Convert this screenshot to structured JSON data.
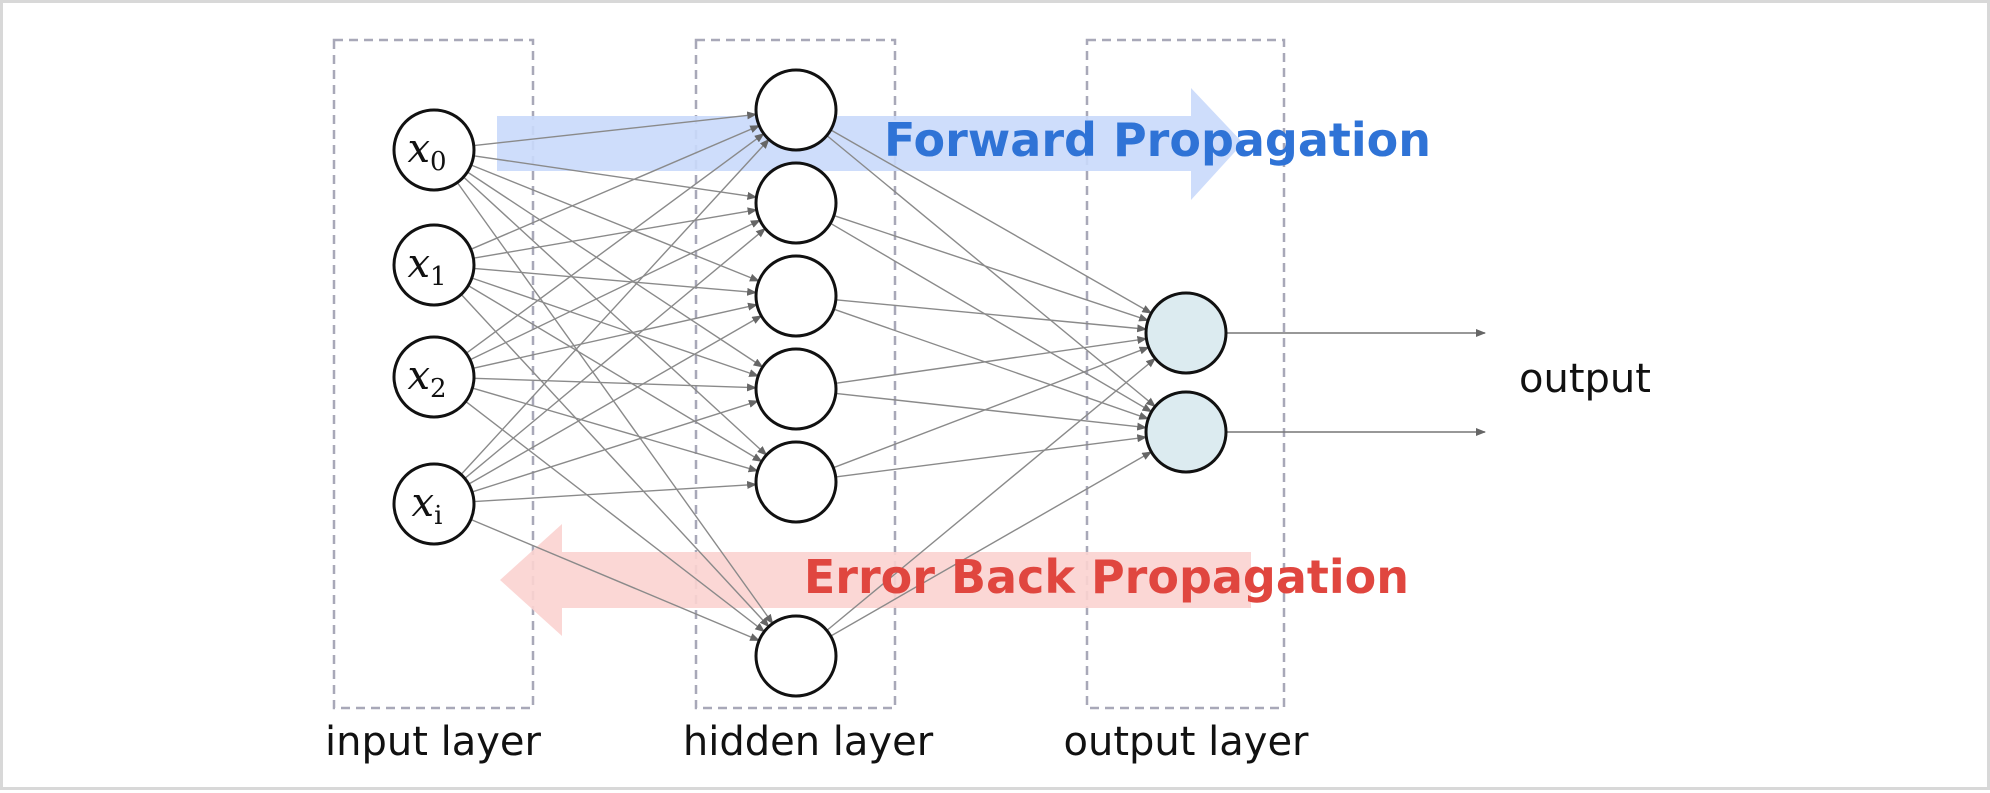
{
  "layers": {
    "input": {
      "label": "input layer",
      "nodes": [
        {
          "base": "x",
          "sub": "0"
        },
        {
          "base": "x",
          "sub": "1"
        },
        {
          "base": "x",
          "sub": "2"
        },
        {
          "base": "x",
          "sub": "i"
        }
      ]
    },
    "hidden": {
      "label": "hidden layer",
      "node_count": 6
    },
    "output": {
      "label": "output layer",
      "node_count": 2
    }
  },
  "output_label": "output",
  "forward": {
    "label": "Forward Propagation",
    "color": "#2f73d6",
    "arrow_color": "#c9d9fb"
  },
  "backward": {
    "label": "Error Back Propagation",
    "color": "#e0463f",
    "arrow_color": "#fbd3d0"
  },
  "colors": {
    "node_stroke": "#111111",
    "output_node_fill": "#dcebf0",
    "edge": "#8a8a8a",
    "box": "#a8a8b8",
    "text": "#111111"
  }
}
